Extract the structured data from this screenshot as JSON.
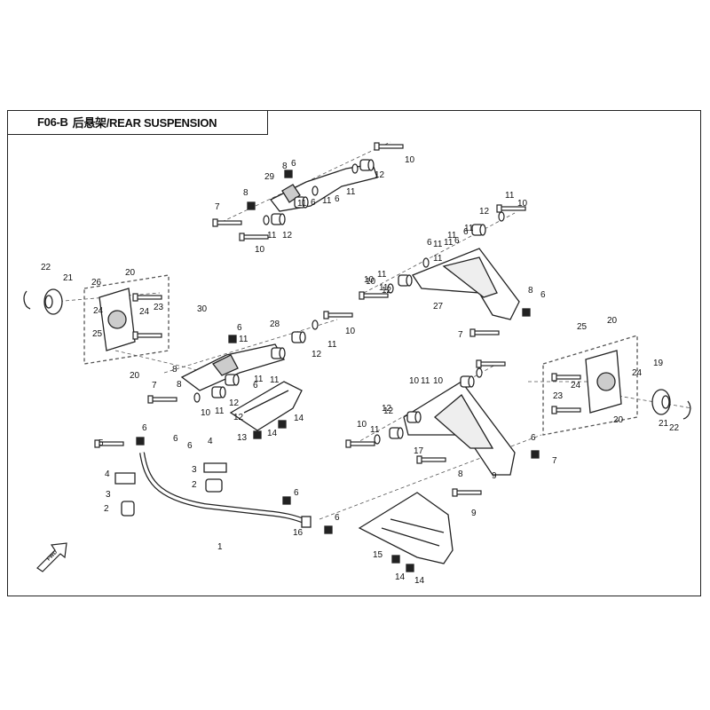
{
  "title": {
    "code": "F06-B",
    "text": "后悬架/REAR SUSPENSION"
  },
  "colors": {
    "line": "#222222",
    "part_fill": "#ffffff",
    "shade": "#cccccc"
  },
  "icons": {
    "front_direction": "fwd-arrow-icon"
  },
  "front_arrow_label": "FWD",
  "callouts": {
    "upper_arm_top": [
      "29",
      "8",
      "6",
      "7",
      "8",
      "10",
      "12",
      "11",
      "6",
      "11",
      "6",
      "11",
      "12",
      "11",
      "10"
    ],
    "upper_arm_right": [
      "11",
      "10",
      "12",
      "11",
      "6",
      "11",
      "6",
      "11",
      "10",
      "12",
      "11",
      "27",
      "8",
      "6",
      "7"
    ],
    "knuckle_left": [
      "22",
      "21",
      "26",
      "20",
      "24",
      "23",
      "24",
      "30",
      "25",
      "20"
    ],
    "lower_arm_left": [
      "8",
      "6",
      "28",
      "12",
      "11",
      "10",
      "7",
      "8",
      "11",
      "6",
      "11",
      "12",
      "10",
      "11",
      "12",
      "11"
    ],
    "skid_plate_small": [
      "13",
      "14",
      "14"
    ],
    "knuckle_right": [
      "20",
      "25",
      "19",
      "24",
      "24",
      "23",
      "20",
      "21",
      "22"
    ],
    "lower_arm_right": [
      "10",
      "11",
      "6",
      "11",
      "11",
      "12",
      "10",
      "11",
      "12",
      "10",
      "11",
      "10",
      "17",
      "8",
      "6",
      "7",
      "9",
      "9"
    ],
    "stabilizer": [
      "5",
      "6",
      "6",
      "6",
      "4",
      "4",
      "3",
      "3",
      "2",
      "2",
      "1",
      "6",
      "16",
      "6"
    ],
    "skid_plate_large": [
      "15",
      "14",
      "14"
    ]
  }
}
